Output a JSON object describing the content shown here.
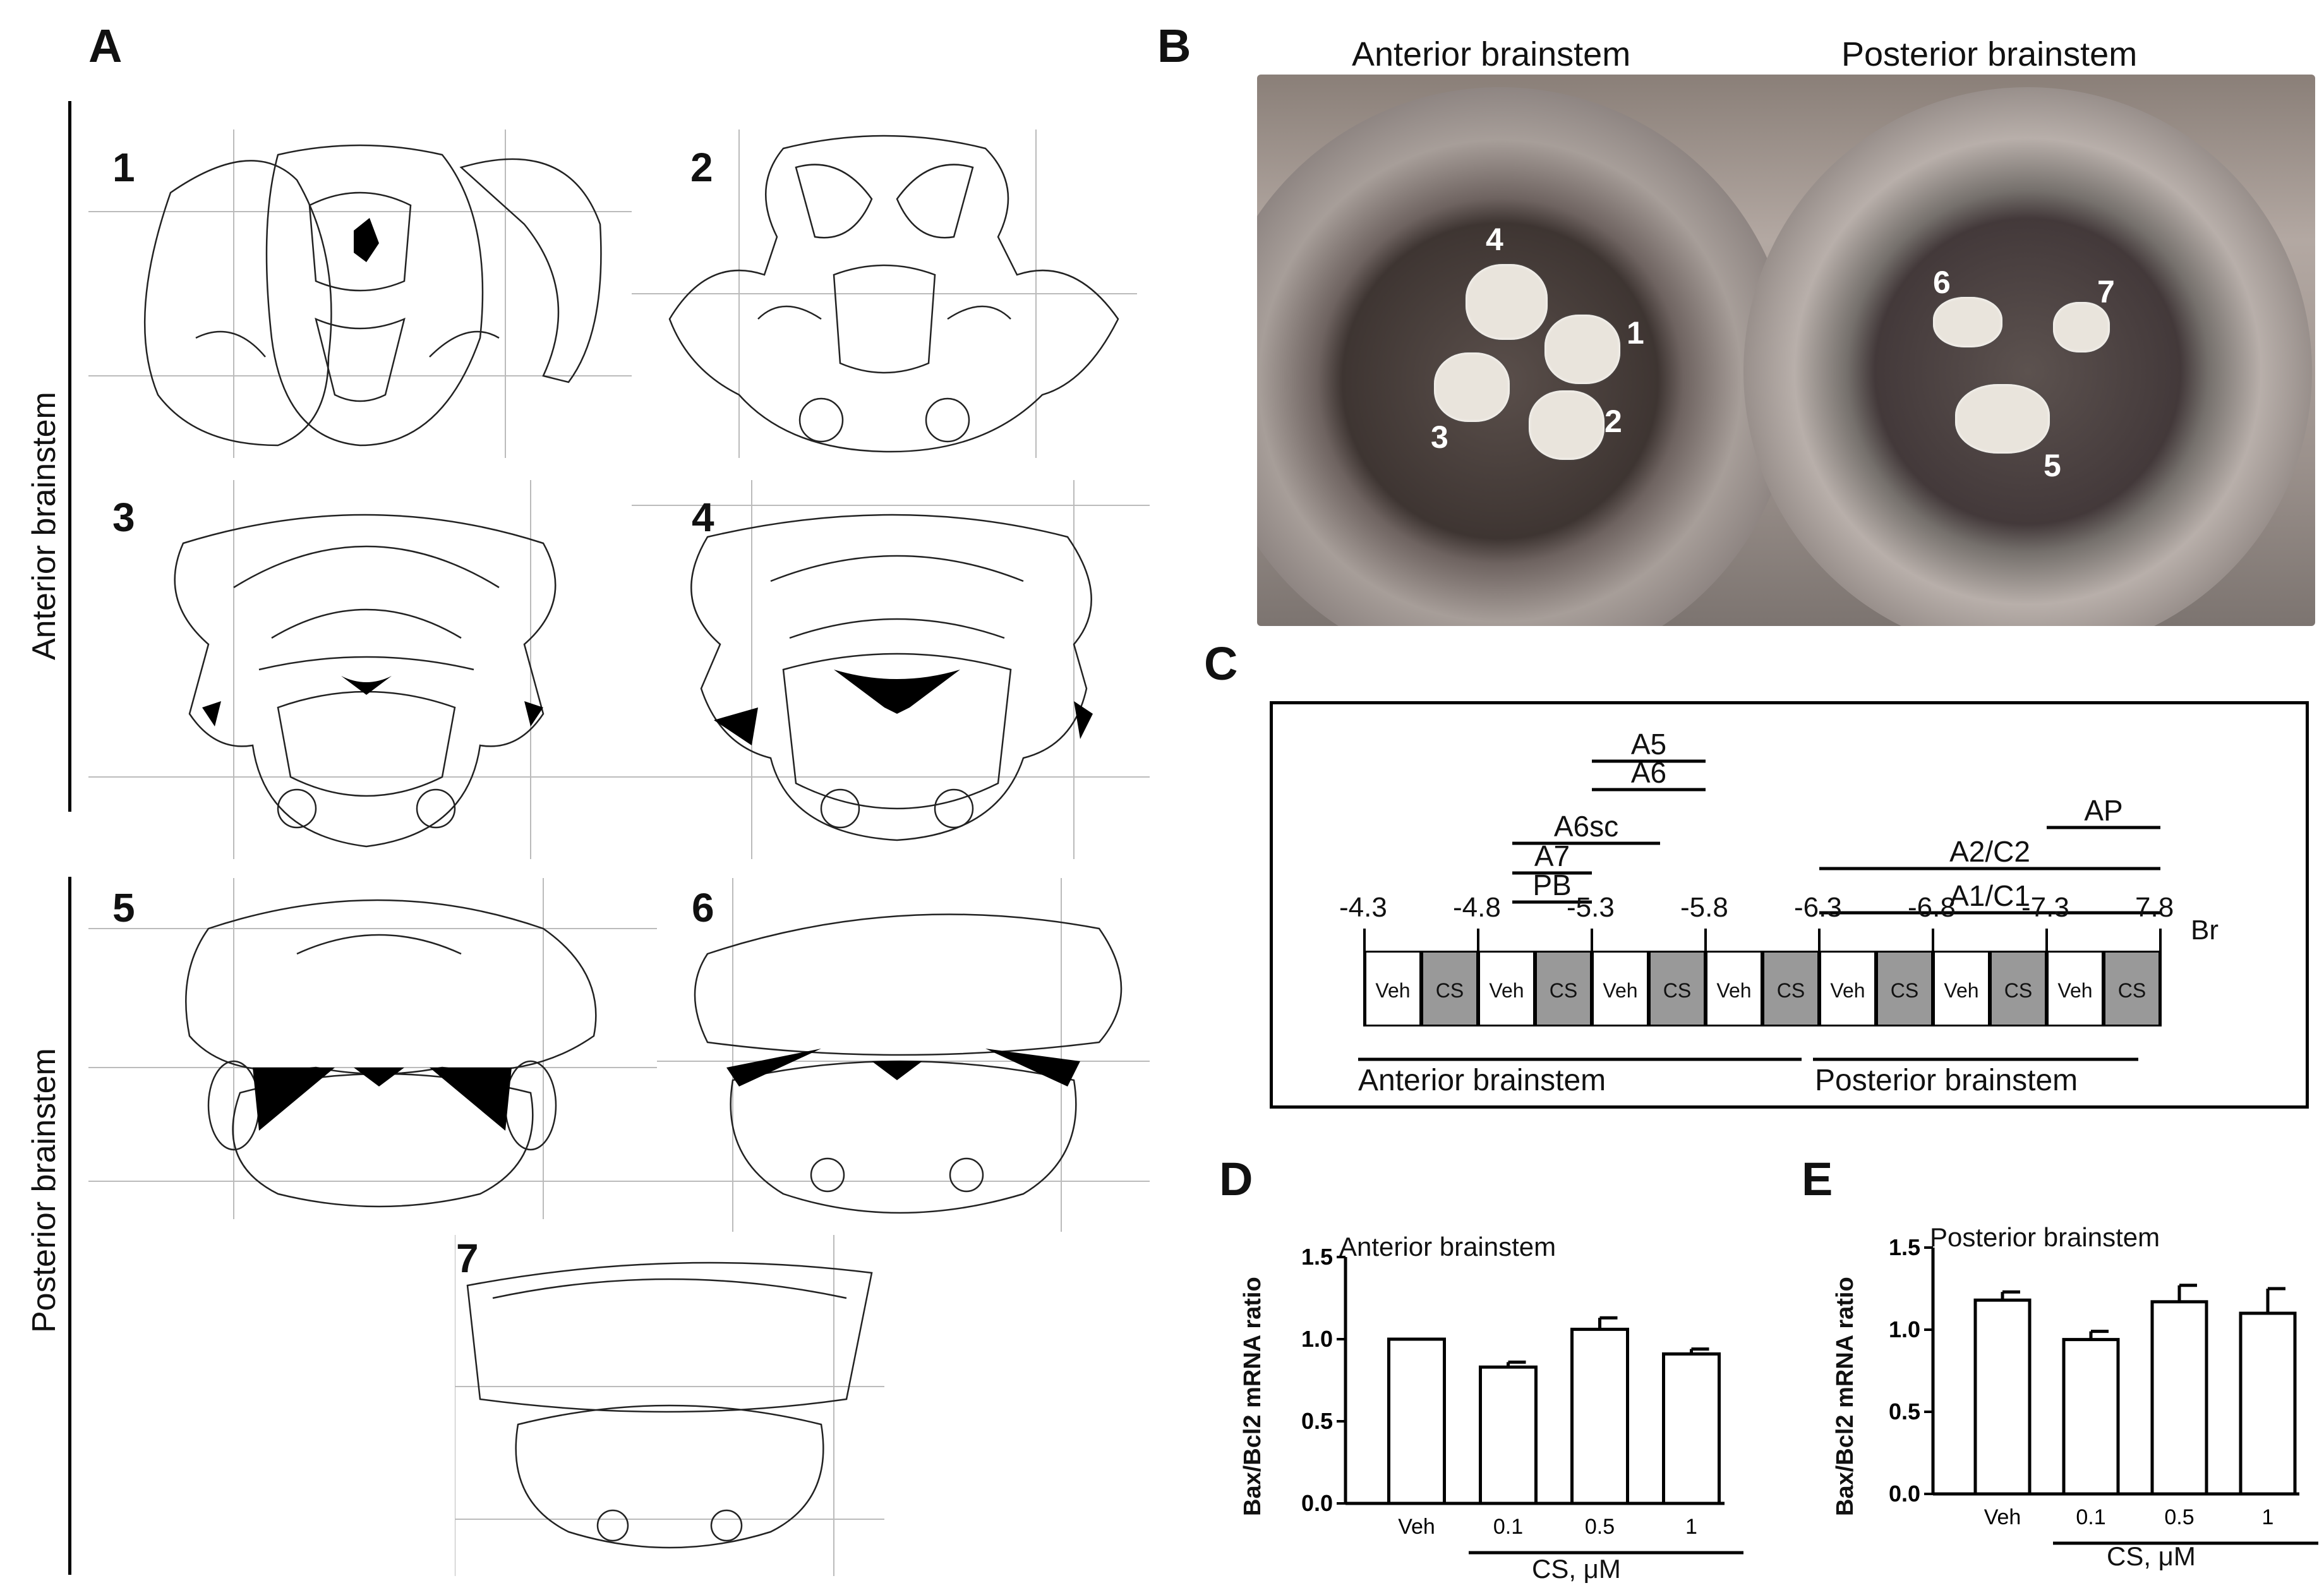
{
  "panels": {
    "A": "A",
    "B": "B",
    "C": "C",
    "D": "D",
    "E": "E"
  },
  "panelA": {
    "anterior_label": "Anterior brainstem",
    "posterior_label": "Posterior brainstem",
    "sections": [
      "1",
      "2",
      "3",
      "4",
      "5",
      "6",
      "7"
    ]
  },
  "panelB": {
    "left_title": "Anterior brainstem",
    "right_title": "Posterior brainstem",
    "labels": [
      "4",
      "1",
      "3",
      "2",
      "6",
      "7",
      "5"
    ]
  },
  "panelC": {
    "ticks": [
      "-4.3",
      "-4.8",
      "-5.3",
      "-5.8",
      "-6.3",
      "-6.8",
      "-7.3",
      "7.8"
    ],
    "br": "Br",
    "ranges": [
      {
        "label": "A5",
        "from": -5.3,
        "to": -5.8
      },
      {
        "label": "A6",
        "from": -5.3,
        "to": -5.8
      },
      {
        "label": "A6sc",
        "from": -4.95,
        "to": -5.6
      },
      {
        "label": "A7",
        "from": -4.95,
        "to": -5.3
      },
      {
        "label": "PB",
        "from": -4.95,
        "to": -5.3
      },
      {
        "label": "AP",
        "from": -7.3,
        "to": -7.8
      },
      {
        "label": "A2/C2",
        "from": -6.3,
        "to": -7.8
      },
      {
        "label": "A1/C1",
        "from": -6.3,
        "to": -7.8
      }
    ],
    "boxes": [
      "Veh",
      "CS",
      "Veh",
      "CS",
      "Veh",
      "CS",
      "Veh",
      "CS",
      "Veh",
      "CS",
      "Veh",
      "CS",
      "Veh",
      "CS"
    ],
    "anterior": "Anterior brainstem",
    "posterior": "Posterior brainstem"
  },
  "chart_data": [
    {
      "type": "bar",
      "title": "Anterior brainstem",
      "ylabel": "Bax/Bcl2 mRNA ratio",
      "xlabel": "CS, μM",
      "categories": [
        "Veh",
        "0.1",
        "0.5",
        "1"
      ],
      "values": [
        1.0,
        0.83,
        1.06,
        0.91
      ],
      "errors": [
        0.0,
        0.03,
        0.07,
        0.03
      ],
      "ylim": [
        0,
        1.5
      ],
      "yticks": [
        "0.0",
        "0.5",
        "1.0",
        "1.5"
      ]
    },
    {
      "type": "bar",
      "title": "Posterior brainstem",
      "ylabel": "Bax/Bcl2 mRNA ratio",
      "xlabel": "CS, μM",
      "categories": [
        "Veh",
        "0.1",
        "0.5",
        "1"
      ],
      "values": [
        1.18,
        0.94,
        1.17,
        1.1
      ],
      "errors": [
        0.05,
        0.05,
        0.1,
        0.15
      ],
      "ylim": [
        0,
        1.5
      ],
      "yticks": [
        "0.0",
        "0.5",
        "1.0",
        "1.5"
      ]
    }
  ]
}
